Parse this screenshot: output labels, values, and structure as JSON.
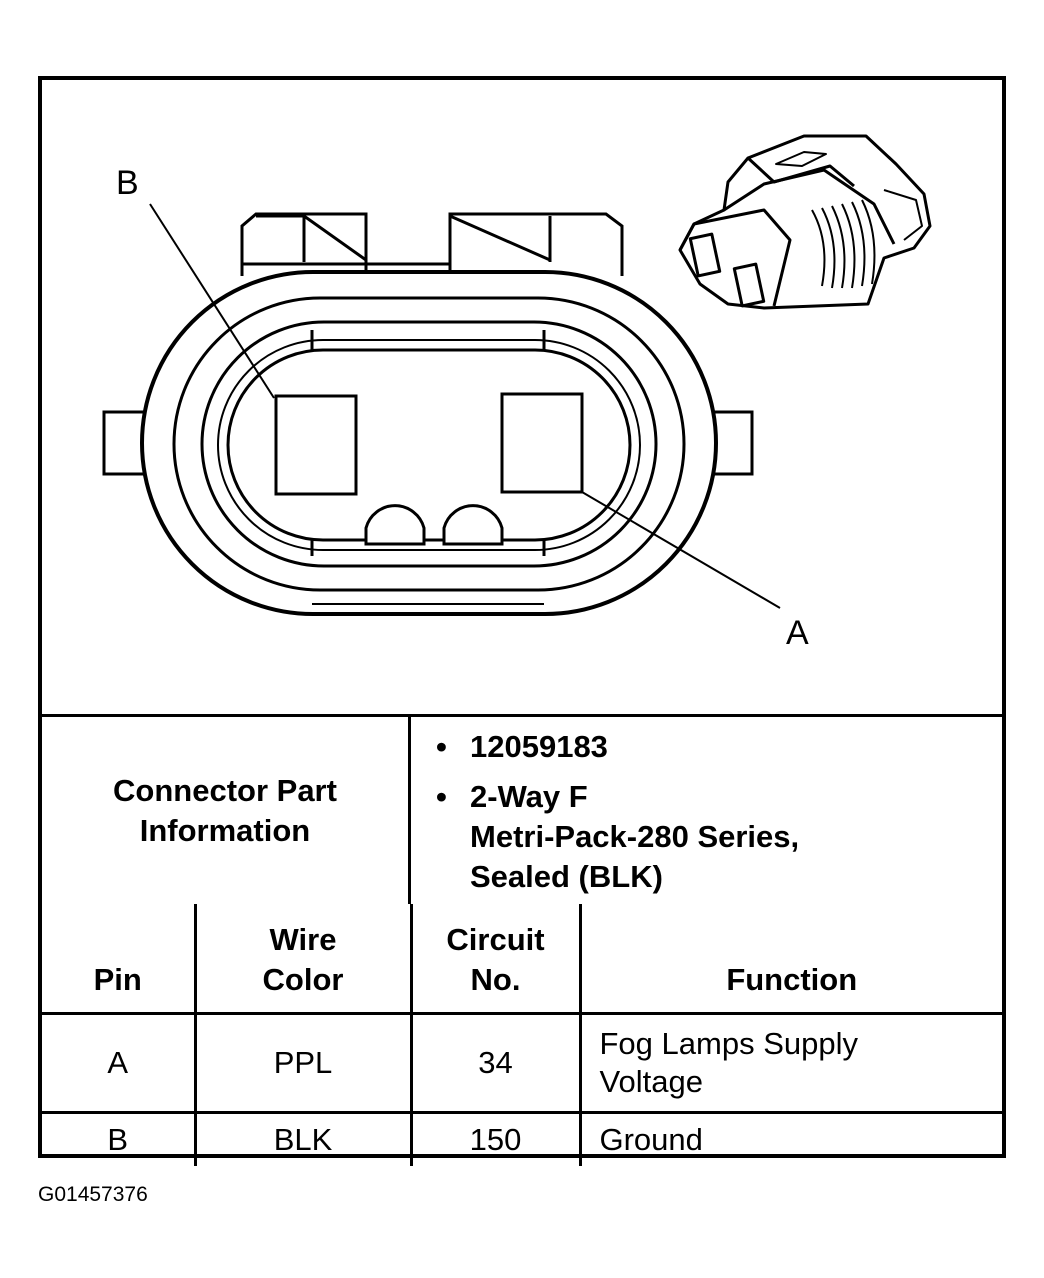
{
  "diagram": {
    "pin_label_b": "B",
    "pin_label_a": "A",
    "illustrations": [
      "connector-face-icon",
      "connector-3d-icon"
    ]
  },
  "connector_info": {
    "label": "Connector Part\nInformation",
    "items": [
      "12059183",
      "2-Way F\nMetri-Pack-280 Series,\nSealed (BLK)"
    ]
  },
  "table": {
    "headers": {
      "pin": "Pin",
      "wire_color": "Wire\nColor",
      "circuit_no": "Circuit\nNo.",
      "function": "Function"
    },
    "rows": [
      {
        "pin": "A",
        "wire_color": "PPL",
        "circuit_no": "34",
        "function": "Fog Lamps Supply\nVoltage"
      },
      {
        "pin": "B",
        "wire_color": "BLK",
        "circuit_no": "150",
        "function": "Ground"
      }
    ]
  },
  "figure_id": "G01457376"
}
